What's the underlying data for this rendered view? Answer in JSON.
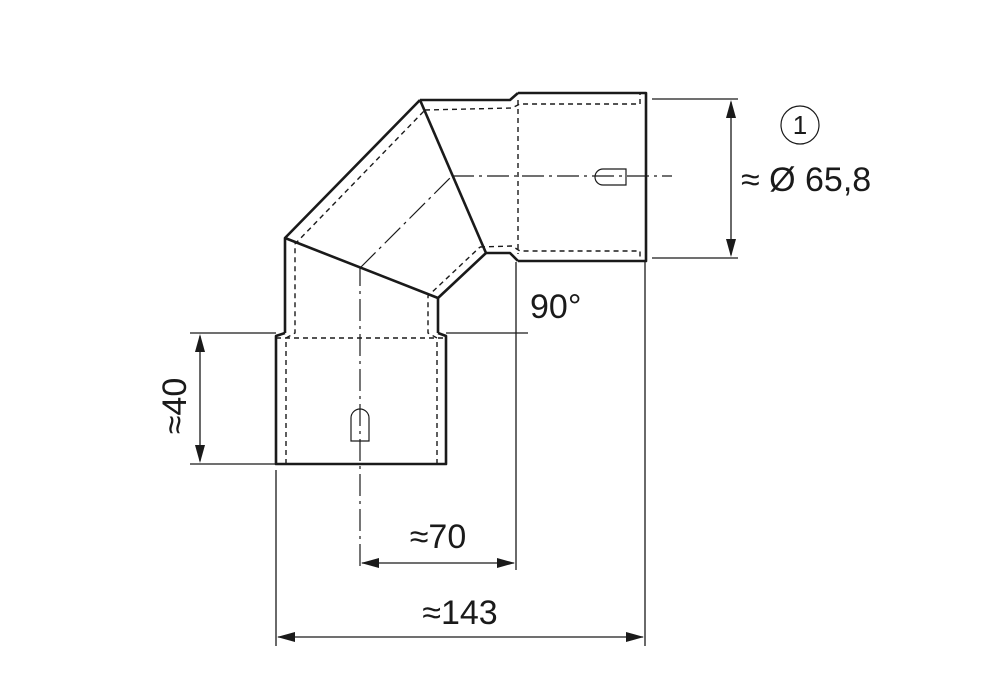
{
  "diagram": {
    "dimensions": {
      "diameter": "≈ Ø 65,8",
      "height": "≈40",
      "inner_offset": "≈70",
      "overall_width": "≈143",
      "angle": "90°"
    },
    "callout": "1"
  }
}
